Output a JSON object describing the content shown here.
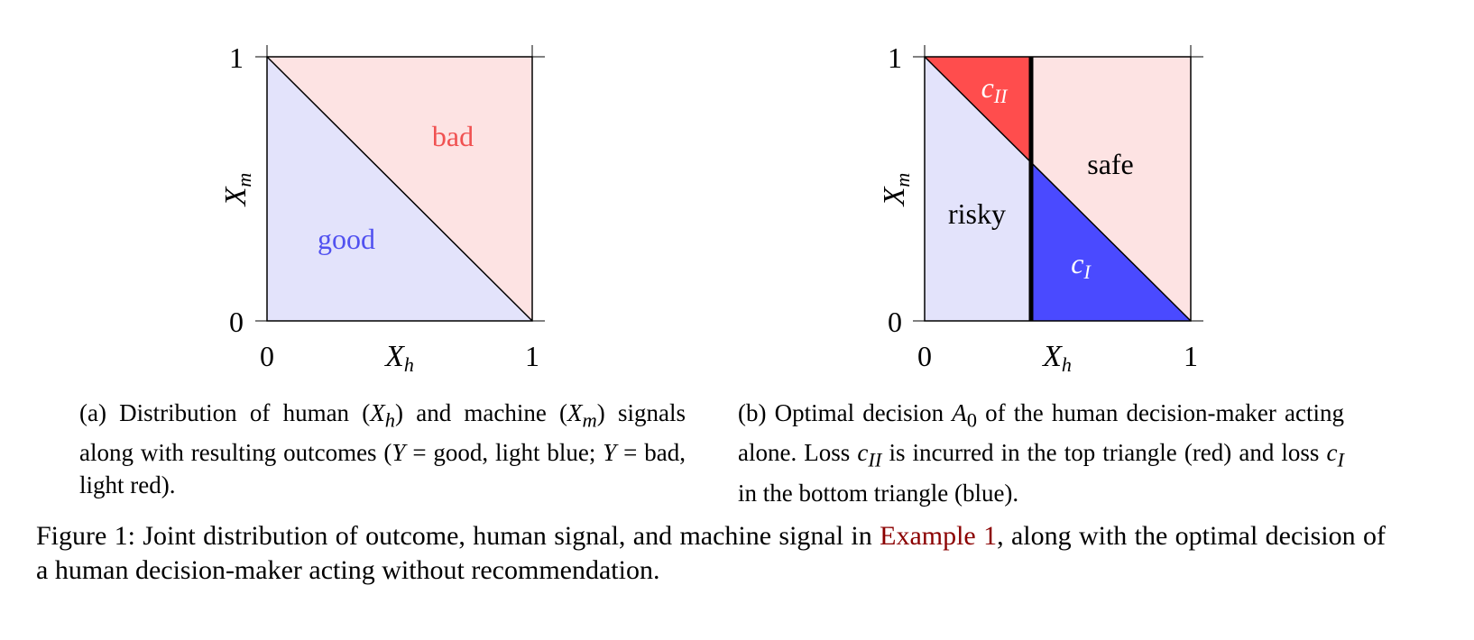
{
  "panel_a": {
    "tick_x0": "0",
    "tick_x1": "1",
    "tick_y0": "0",
    "tick_y1": "1",
    "xlabel": "X_h",
    "ylabel": "X_m",
    "region_bad": "bad",
    "region_good": "good",
    "colors": {
      "good_fill": "#e3e3fb",
      "bad_fill": "#fde3e3",
      "good_text": "#5151f0",
      "bad_text": "#f05151"
    },
    "caption_pre": "(a) Distribution of human (",
    "caption_xh": "X",
    "caption_xh_sub": "h",
    "caption_mid": ") and machine (",
    "caption_xm": "X",
    "caption_xm_sub": "m",
    "caption_post": ") signals along with resulting outcomes (",
    "caption_y1": "Y",
    "caption_eq1": " = good, light blue; ",
    "caption_y2": "Y",
    "caption_eq2": " = bad, light red)."
  },
  "panel_b": {
    "tick_x0": "0",
    "tick_x1": "1",
    "tick_y0": "0",
    "tick_y1": "1",
    "xlabel": "X_h",
    "ylabel": "X_m",
    "region_safe": "safe",
    "region_risky": "risky",
    "region_cII": "c",
    "region_cII_sub": "II",
    "region_cI": "c",
    "region_cI_sub": "I",
    "threshold_x": 0.4,
    "colors": {
      "risky_fill": "#e3e3fb",
      "safe_fill": "#fde3e3",
      "cII_fill": "#ff4d4d",
      "cI_fill": "#4a4aff"
    },
    "caption_pre": "(b) Optimal decision ",
    "caption_A": "A",
    "caption_A_sub": "0",
    "caption_mid1": " of the human decision-maker acting alone. Loss ",
    "caption_c1": "c",
    "caption_c1_sub": "II",
    "caption_mid2": " is incurred in the top triangle (red) and loss ",
    "caption_c2": "c",
    "caption_c2_sub": "I",
    "caption_post": " in the bottom triangle (blue)."
  },
  "figure_caption": {
    "pre": "Figure 1:  Joint distribution of outcome, human signal, and machine signal in ",
    "ref": "Example 1",
    "post": ", along with the optimal decision of a human decision-maker acting without recommendation."
  }
}
